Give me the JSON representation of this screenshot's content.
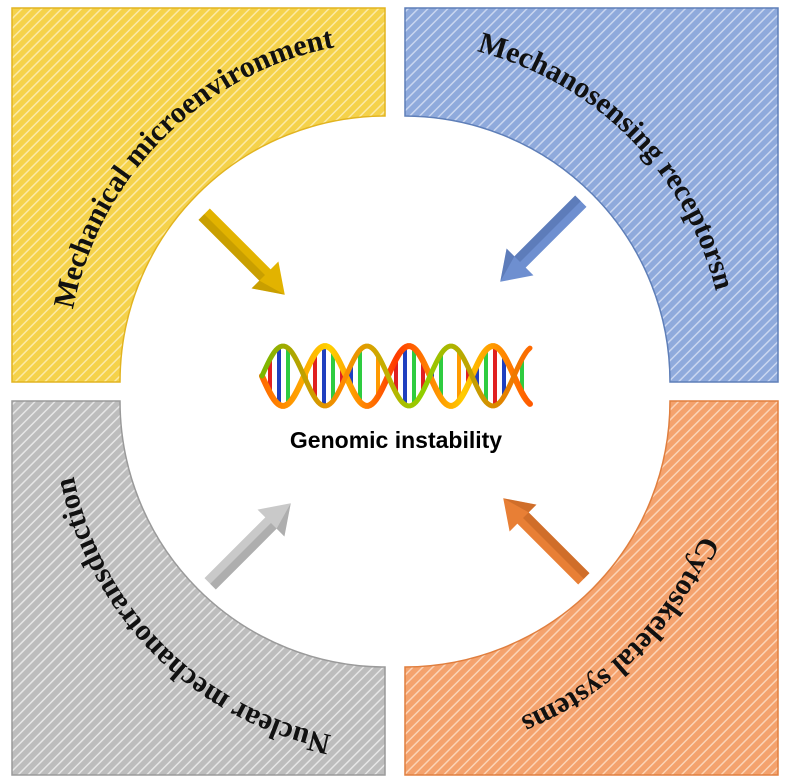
{
  "center": {
    "label": "Genomic instability",
    "dna_icon": "dna-double-helix-icon"
  },
  "quadrants": {
    "top_left": {
      "label": "Mechanical microenvironment",
      "fill": "#f5d24a",
      "hatch": "#fbe9a6",
      "border": "#e2b420",
      "arrow": "#e2b300",
      "arrow_dark": "#9c7a00"
    },
    "top_right": {
      "label": "Mechanosensing receptorsn",
      "fill": "#8faadc",
      "hatch": "#c9d6f0",
      "border": "#5f7fb8",
      "arrow": "#6e8fd0",
      "arrow_dark": "#3e5a92"
    },
    "bottom_left": {
      "label": "Nuclear mechanotransduction",
      "fill": "#bdbdbd",
      "hatch": "#e6e6e6",
      "border": "#9a9a9a",
      "arrow": "#c9c9c9",
      "arrow_dark": "#7a7a7a"
    },
    "bottom_right": {
      "label": "Cytoskeletal systems",
      "fill": "#f4a26d",
      "hatch": "#fbd3b6",
      "border": "#e07f3f",
      "arrow": "#e87f35",
      "arrow_dark": "#a24f17"
    }
  },
  "icons": {
    "arrow": "arrow-icon"
  }
}
